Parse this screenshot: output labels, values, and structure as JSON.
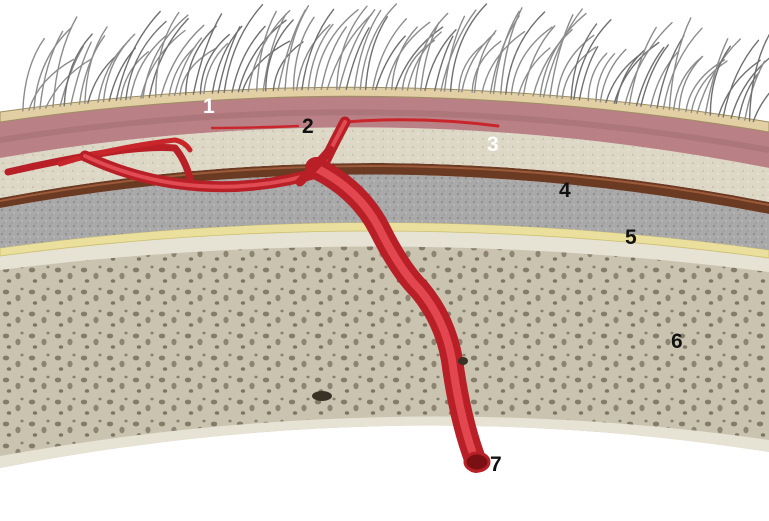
{
  "colors": {
    "background": "#ffffff",
    "bone_core": "#c9c3b0",
    "bone_outer": "#e6e2d4",
    "bone_pores": "#6d6250",
    "periosteum": "#eadf9c",
    "loose_tissue": "#a6a6a6",
    "galea": "#6b3a22",
    "fat_layer": "#ded9c9",
    "dermis": "#b98186",
    "epidermis": "#e3cfa4",
    "hair": "#8c8c8c",
    "artery": "#c9262c",
    "label_light": "#ffffff",
    "label_dark": "#111111"
  },
  "labels": [
    {
      "id": "1",
      "text": "1",
      "tone": "light"
    },
    {
      "id": "2",
      "text": "2",
      "tone": "dark"
    },
    {
      "id": "3",
      "text": "3",
      "tone": "light"
    },
    {
      "id": "4",
      "text": "4",
      "tone": "dark"
    },
    {
      "id": "5",
      "text": "5",
      "tone": "dark"
    },
    {
      "id": "6",
      "text": "6",
      "tone": "dark"
    },
    {
      "id": "7",
      "text": "7",
      "tone": "dark"
    }
  ]
}
